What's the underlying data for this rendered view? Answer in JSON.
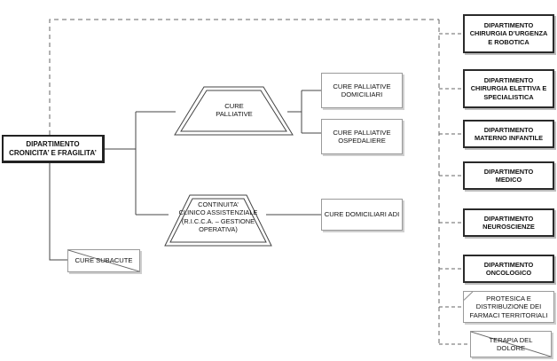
{
  "main_node": {
    "label_line1": "DIPARTIMENTO",
    "label_line2": "CRONICITA’ E FRAGILITA’"
  },
  "palliative": {
    "line1": "CURE",
    "line2": "PALLIATIVE"
  },
  "continuity": {
    "line1": "CONTINUITA’",
    "line2": "CLINICO ASSISTENZIALE",
    "line3": "(R.I.C.C.A. – GESTIONE",
    "line4": "OPERATIVA)"
  },
  "palliative_children": [
    {
      "line1": "CURE PALLIATIVE",
      "line2": "DOMICILIARI"
    },
    {
      "line1": "CURE PALLIATIVE",
      "line2": "OSPEDALIERE"
    }
  ],
  "home_care": {
    "label": "CURE DOMICILIARI ADI"
  },
  "subacute": {
    "label": "CURE SUBACUTE"
  },
  "departments": [
    {
      "line1": "DIPARTIMENTO",
      "line2": "CHIRURGIA D’URGENZA",
      "line3": "E ROBOTICA"
    },
    {
      "line1": "DIPARTIMENTO",
      "line2": "CHIRURGIA ELETTIVA E",
      "line3": "SPECIALISTICA"
    },
    {
      "line1": "DIPARTIMENTO",
      "line2": "MATERNO INFANTILE"
    },
    {
      "line1": "DIPARTIMENTO",
      "line2": "MEDICO"
    },
    {
      "line1": "DIPARTIMENTO",
      "line2": "NEUROSCIENZE"
    },
    {
      "line1": "DIPARTIMENTO",
      "line2": "ONCOLOGICO"
    }
  ],
  "services": [
    {
      "line1": "PROTESICA E",
      "line2": "DISTRIBUZIONE DEI",
      "line3": "FARMACI TERRITORIALI"
    },
    {
      "line1": "TERAPIA DEL",
      "line2": "DOLORE"
    }
  ]
}
